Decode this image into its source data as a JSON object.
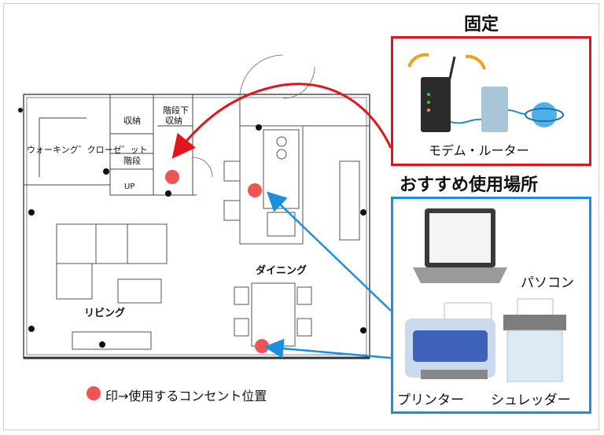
{
  "plan": {
    "walkin_closet": "ウォーキング゛クローゼ゛ット",
    "storage": "収納",
    "under_stairs_line1": "階段下",
    "under_stairs_line2": "収納",
    "stairs": "階段",
    "up": "UP",
    "dining": "ダイニング",
    "living": "リビング"
  },
  "fixed_box": {
    "heading": "固定",
    "device_label": "モデム・ルーター",
    "color": "#e3151c"
  },
  "recommended_box": {
    "heading": "おすすめ使用場所",
    "items": [
      "パソコン",
      "プリンター",
      "シュレッダー"
    ],
    "color": "#1b8fe0"
  },
  "legend": {
    "text": "印→使用するコンセント位置",
    "dot_color": "#ef5454"
  }
}
